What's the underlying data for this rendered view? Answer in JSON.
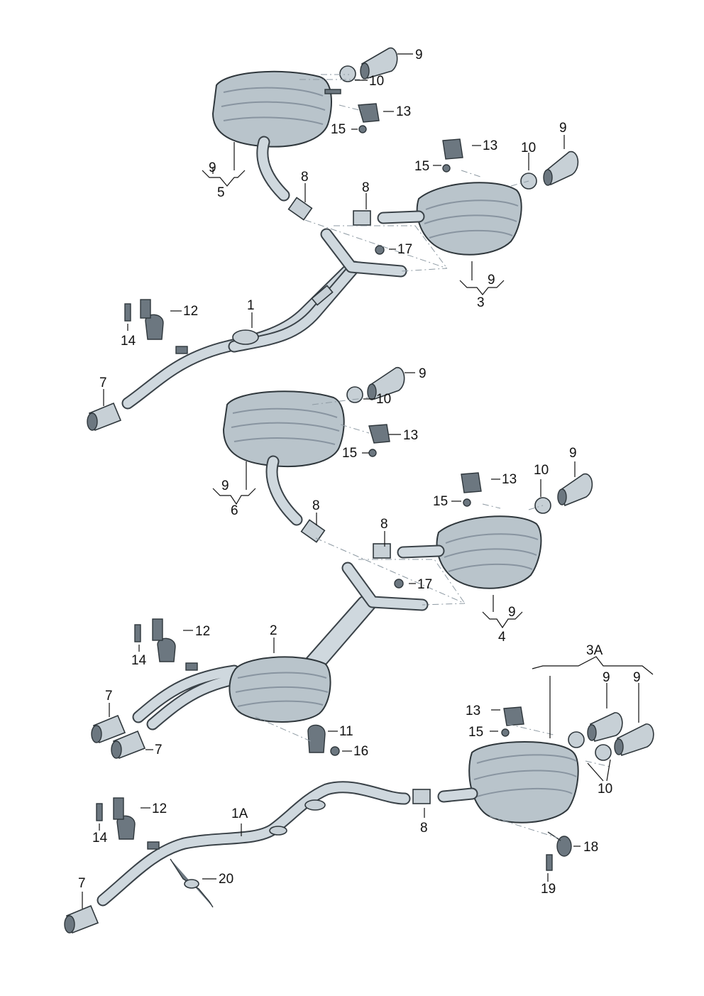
{
  "diagram": {
    "callouts": {
      "c9": "9",
      "c10": "10",
      "c13": "13",
      "c15": "15",
      "c5": "5",
      "c8": "8",
      "c17": "17",
      "c3": "3",
      "c1": "1",
      "c12": "12",
      "c14": "14",
      "c7": "7",
      "c6": "6",
      "c4": "4",
      "c2": "2",
      "c11": "11",
      "c16": "16",
      "c3a": "3A",
      "c1a": "1A",
      "c18": "18",
      "c19": "19",
      "c20": "20"
    }
  }
}
